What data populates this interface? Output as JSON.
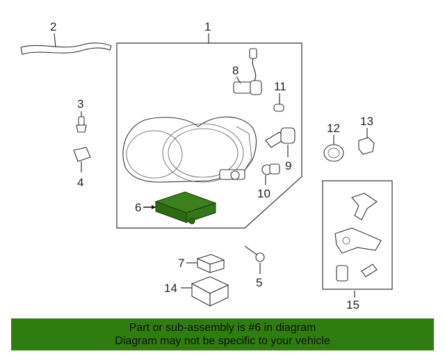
{
  "callouts": {
    "c1": "1",
    "c2": "2",
    "c3": "3",
    "c4": "4",
    "c5": "5",
    "c6": "6",
    "c7": "7",
    "c8": "8",
    "c9": "9",
    "c10": "10",
    "c11": "11",
    "c12": "12",
    "c13": "13",
    "c14": "14",
    "c15": "15"
  },
  "highlight_color": "#2f7d0e",
  "banner": {
    "line1": "Part or sub-assembly is #6 in diagram",
    "line2": "Diagram may not be specific to your vehicle"
  }
}
